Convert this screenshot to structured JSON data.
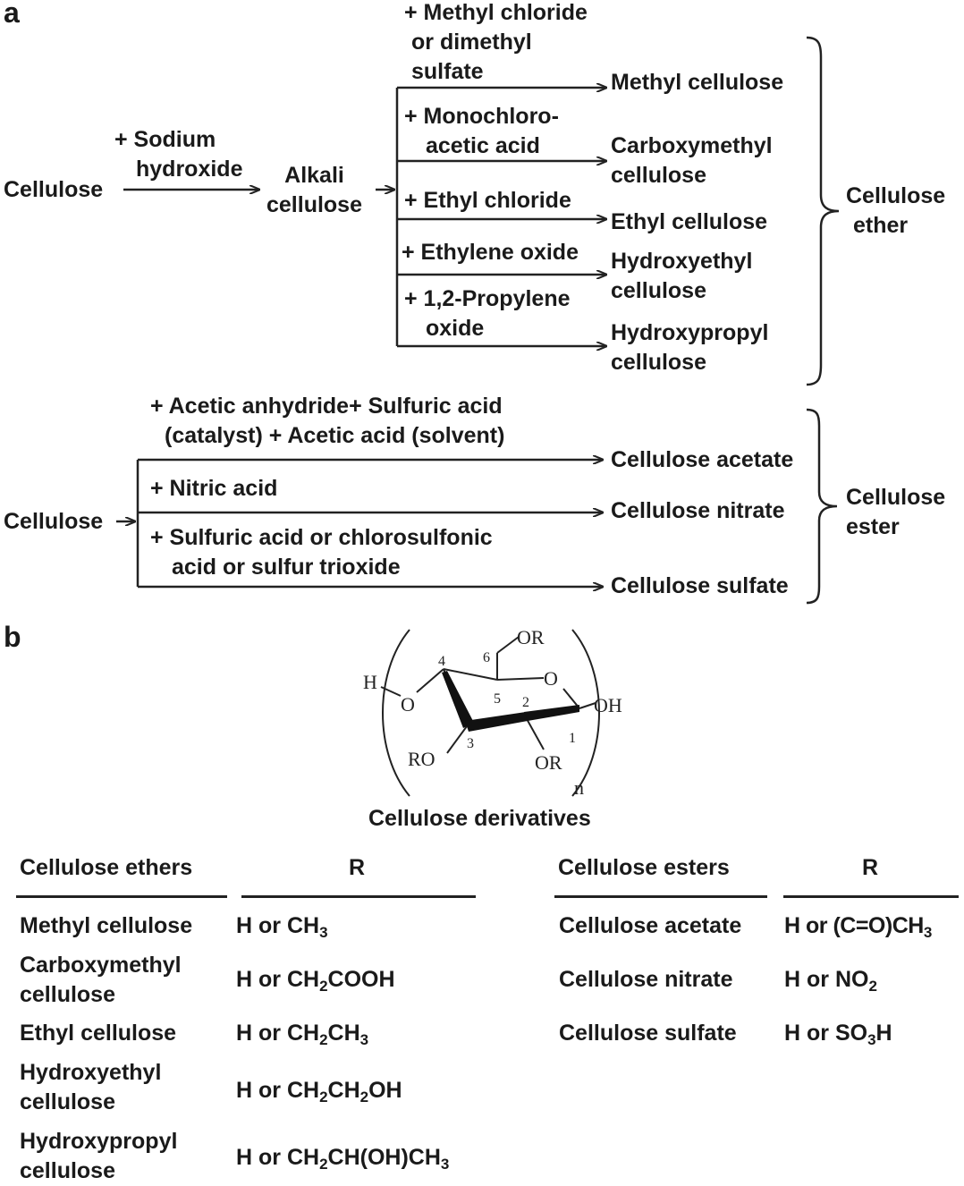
{
  "panel_a": {
    "label": "a",
    "ether_scheme": {
      "start": "Cellulose",
      "reagent_naoh": [
        "+ Sodium",
        "hydroxide"
      ],
      "intermediate": [
        "Alkali",
        "cellulose"
      ],
      "reagents": [
        [
          "+ Methyl chloride",
          "or dimethyl",
          "sulfate"
        ],
        [
          "+ Monochloro-",
          "acetic acid"
        ],
        [
          "+ Ethyl chloride"
        ],
        [
          "+ Ethylene oxide"
        ],
        [
          "+ 1,2-Propylene",
          "oxide"
        ]
      ],
      "products": [
        [
          "Methyl cellulose"
        ],
        [
          "Carboxymethyl",
          "cellulose"
        ],
        [
          "Ethyl cellulose"
        ],
        [
          "Hydroxyethyl",
          "cellulose"
        ],
        [
          "Hydroxypropyl",
          "cellulose"
        ]
      ],
      "group_label": [
        "Cellulose",
        "ether"
      ]
    },
    "ester_scheme": {
      "start": "Cellulose",
      "reagents": [
        [
          "+ Acetic anhydride+ Sulfuric acid",
          "(catalyst) + Acetic acid (solvent)"
        ],
        [
          "+ Nitric acid"
        ],
        [
          "+ Sulfuric acid or chlorosulfonic",
          "acid or sulfur trioxide"
        ]
      ],
      "products": [
        "Cellulose acetate",
        "Cellulose nitrate",
        "Cellulose sulfate"
      ],
      "group_label": [
        "Cellulose",
        "ester"
      ]
    }
  },
  "panel_b": {
    "label": "b",
    "structure": {
      "caption": "Cellulose derivatives",
      "atoms": {
        "h": "H",
        "o4": "O",
        "ro3": "RO",
        "or2": "OR",
        "or6": "OR",
        "ring_o": "O",
        "oh": "OH",
        "n": "n"
      },
      "positions": [
        "1",
        "2",
        "3",
        "4",
        "5",
        "6"
      ]
    },
    "ethers_table": {
      "headers": [
        "Cellulose ethers",
        "R"
      ],
      "rows": [
        {
          "name": [
            "Methyl cellulose"
          ],
          "r": "H or CH3"
        },
        {
          "name": [
            "Carboxymethyl",
            "cellulose"
          ],
          "r": "H or CH2COOH"
        },
        {
          "name": [
            "Ethyl cellulose"
          ],
          "r": "H or CH2CH3"
        },
        {
          "name": [
            "Hydroxyethyl",
            "cellulose"
          ],
          "r": "H or CH2CH2OH"
        },
        {
          "name": [
            "Hydroxypropyl",
            "cellulose"
          ],
          "r": "H or CH2CH(OH)CH3"
        }
      ]
    },
    "esters_table": {
      "headers": [
        "Cellulose esters",
        "R"
      ],
      "rows": [
        {
          "name": [
            "Cellulose acetate"
          ],
          "r": "H or (C=O)CH3"
        },
        {
          "name": [
            "Cellulose nitrate"
          ],
          "r": "H or NO2"
        },
        {
          "name": [
            "Cellulose sulfate"
          ],
          "r": "H or SO3H"
        }
      ]
    }
  }
}
